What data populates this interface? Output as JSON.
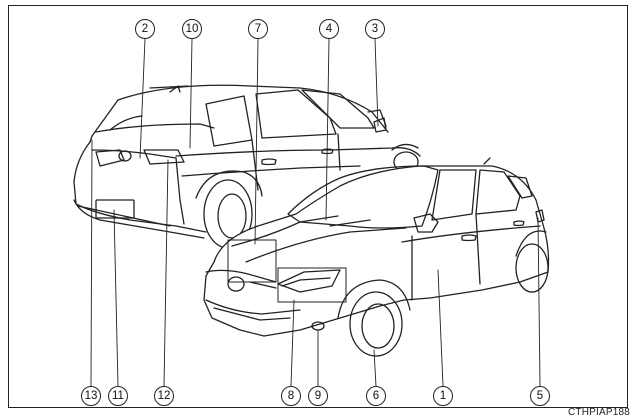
{
  "diagram": {
    "callouts": [
      "1",
      "2",
      "3",
      "4",
      "5",
      "6",
      "7",
      "8",
      "9",
      "10",
      "11",
      "12",
      "13"
    ],
    "image_code": "CTHPIAP188"
  }
}
